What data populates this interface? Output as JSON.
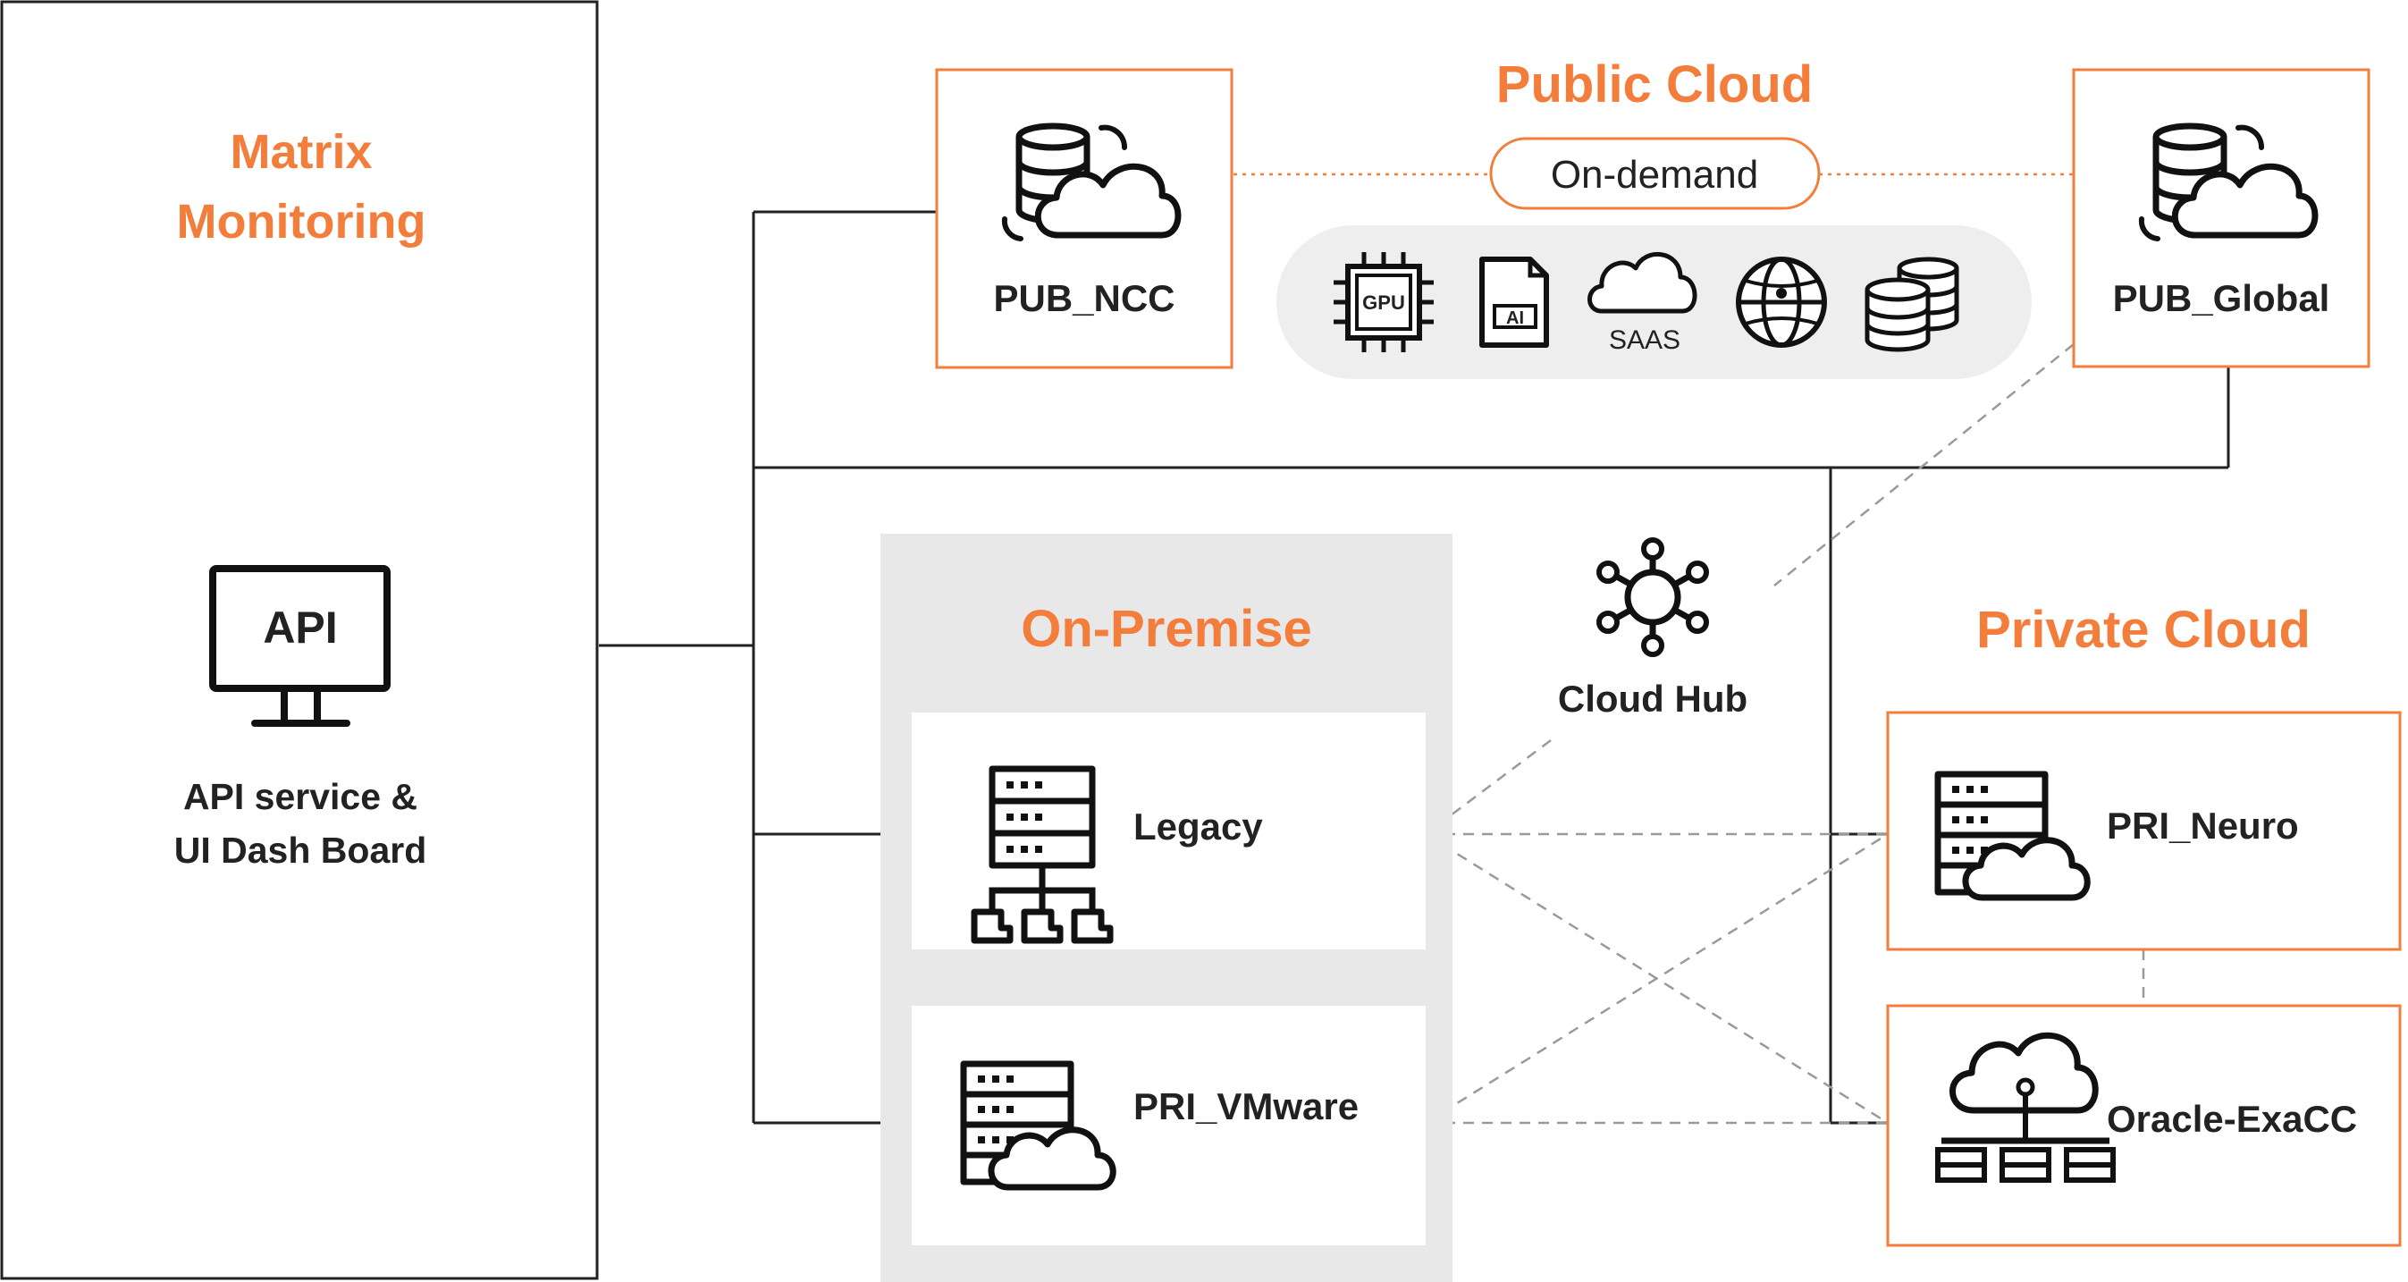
{
  "monitoring": {
    "title_line1": "Matrix",
    "title_line2": "Monitoring",
    "api_label": "API",
    "desc_line1": "API service &",
    "desc_line2": "UI Dash Board"
  },
  "public_cloud": {
    "title": "Public Cloud",
    "on_demand": "On-demand",
    "node_left": "PUB_NCC",
    "node_right": "PUB_Global",
    "services": [
      {
        "name": "gpu-chip-icon",
        "label": "GPU"
      },
      {
        "name": "ai-file-icon",
        "label": "AI"
      },
      {
        "name": "saas-cloud-icon",
        "label": "SAAS"
      },
      {
        "name": "globe-icon",
        "label": ""
      },
      {
        "name": "database-stack-icon",
        "label": ""
      }
    ]
  },
  "on_premise": {
    "title": "On-Premise",
    "node_top": "Legacy",
    "node_bottom": "PRI_VMware"
  },
  "cloud_hub": {
    "label": "Cloud Hub"
  },
  "private_cloud": {
    "title": "Private Cloud",
    "node_top": "PRI_Neuro",
    "node_bottom": "Oracle-ExaCC"
  },
  "colors": {
    "accent": "#f37d3b",
    "pill_bg": "#eeeeee",
    "premise_bg": "#e8e8e8",
    "text": "#222222"
  }
}
